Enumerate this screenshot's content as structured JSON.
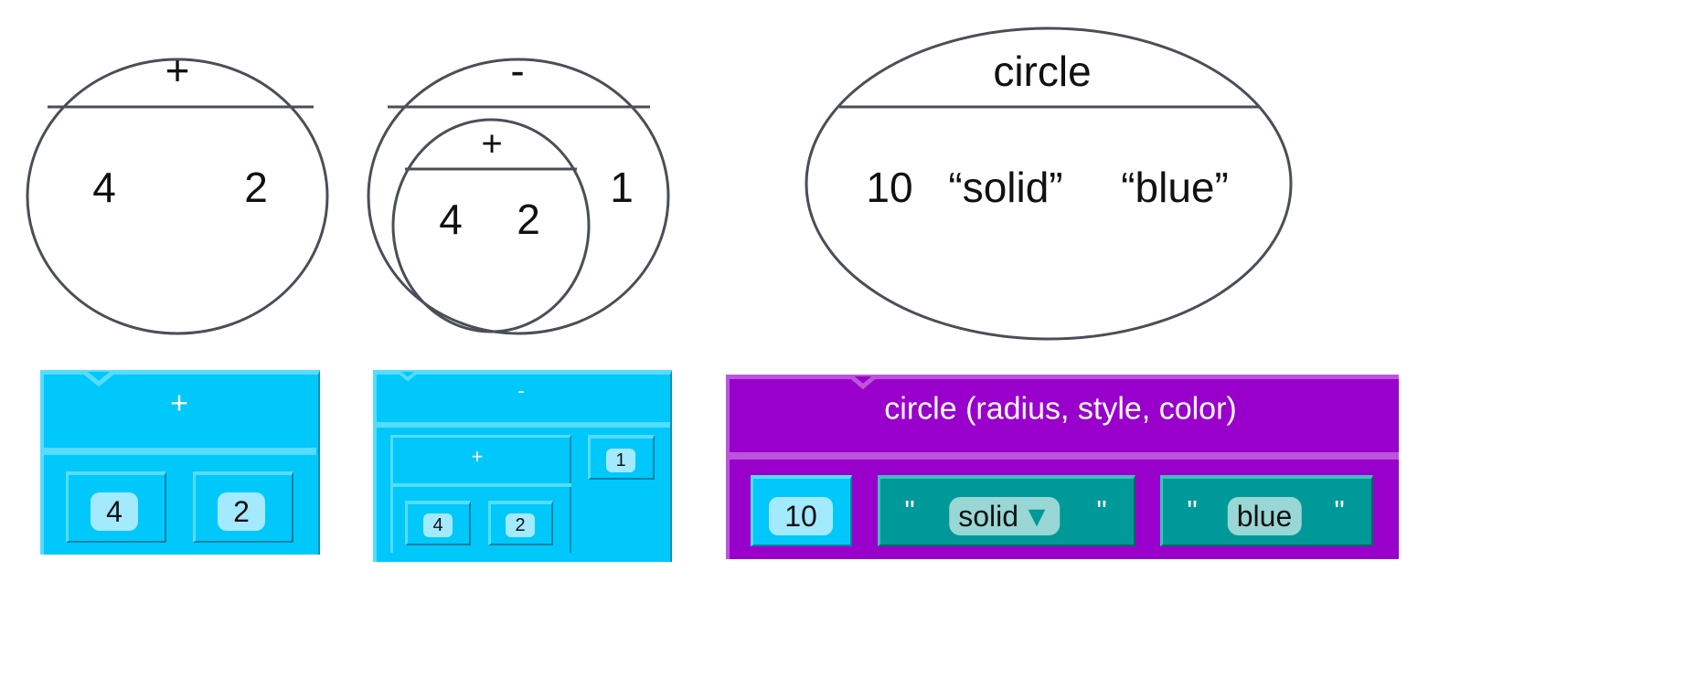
{
  "diagram": {
    "tree1": {
      "op": "+",
      "args": [
        "4",
        "2"
      ]
    },
    "tree2": {
      "op": "-",
      "inner": {
        "op": "+",
        "args": [
          "4",
          "2"
        ]
      },
      "arg": "1"
    },
    "tree3": {
      "op": "circle",
      "args": [
        "10",
        "“solid”",
        "“blue”"
      ]
    }
  },
  "blocks": {
    "plus": {
      "label": "+",
      "args": [
        "4",
        "2"
      ]
    },
    "minus": {
      "label": "-",
      "inner_label": "+",
      "inner_args": [
        "4",
        "2"
      ],
      "arg": "1"
    },
    "circle": {
      "label": "circle (radius, style, color)",
      "radius": "10",
      "style": "solid",
      "color": "blue",
      "quote": "\"",
      "dropdown": "▼"
    }
  },
  "colors": {
    "stroke": "#4a4f57",
    "number_block": "#00c8fa",
    "image_block": "#9900cc",
    "string_block": "#009999"
  }
}
